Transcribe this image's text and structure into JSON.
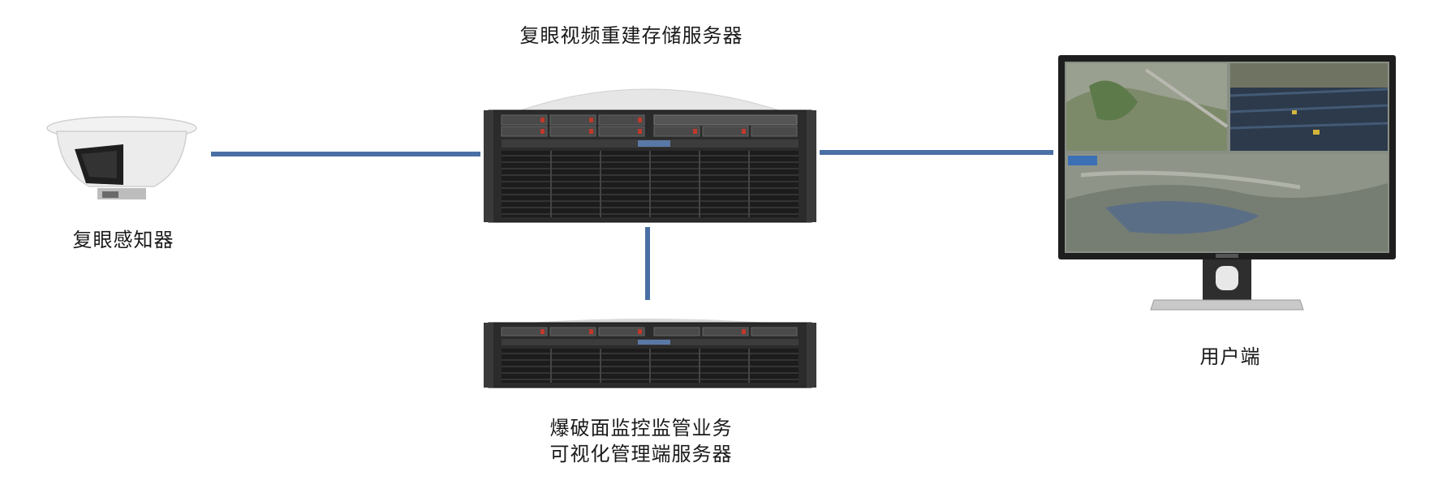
{
  "diagram": {
    "nodes": [
      {
        "id": "sensor",
        "label": "复眼感知器",
        "icon": "compound-eye-sensor-icon"
      },
      {
        "id": "storage",
        "label": "复眼视频重建存储服务器",
        "icon": "rack-server-4u-icon"
      },
      {
        "id": "mgmt",
        "label_lines": [
          "爆破面监控监管业务",
          "可视化管理端服务器"
        ],
        "icon": "rack-server-2u-icon"
      },
      {
        "id": "client",
        "label": "用户端",
        "icon": "monitor-icon"
      }
    ],
    "edges": [
      {
        "from": "sensor",
        "to": "storage"
      },
      {
        "from": "storage",
        "to": "client"
      },
      {
        "from": "storage",
        "to": "mgmt"
      }
    ],
    "colors": {
      "link": "#4a6fa5",
      "server_body": "#2b2b2b",
      "monitor_frame": "#1e1e1e"
    }
  }
}
